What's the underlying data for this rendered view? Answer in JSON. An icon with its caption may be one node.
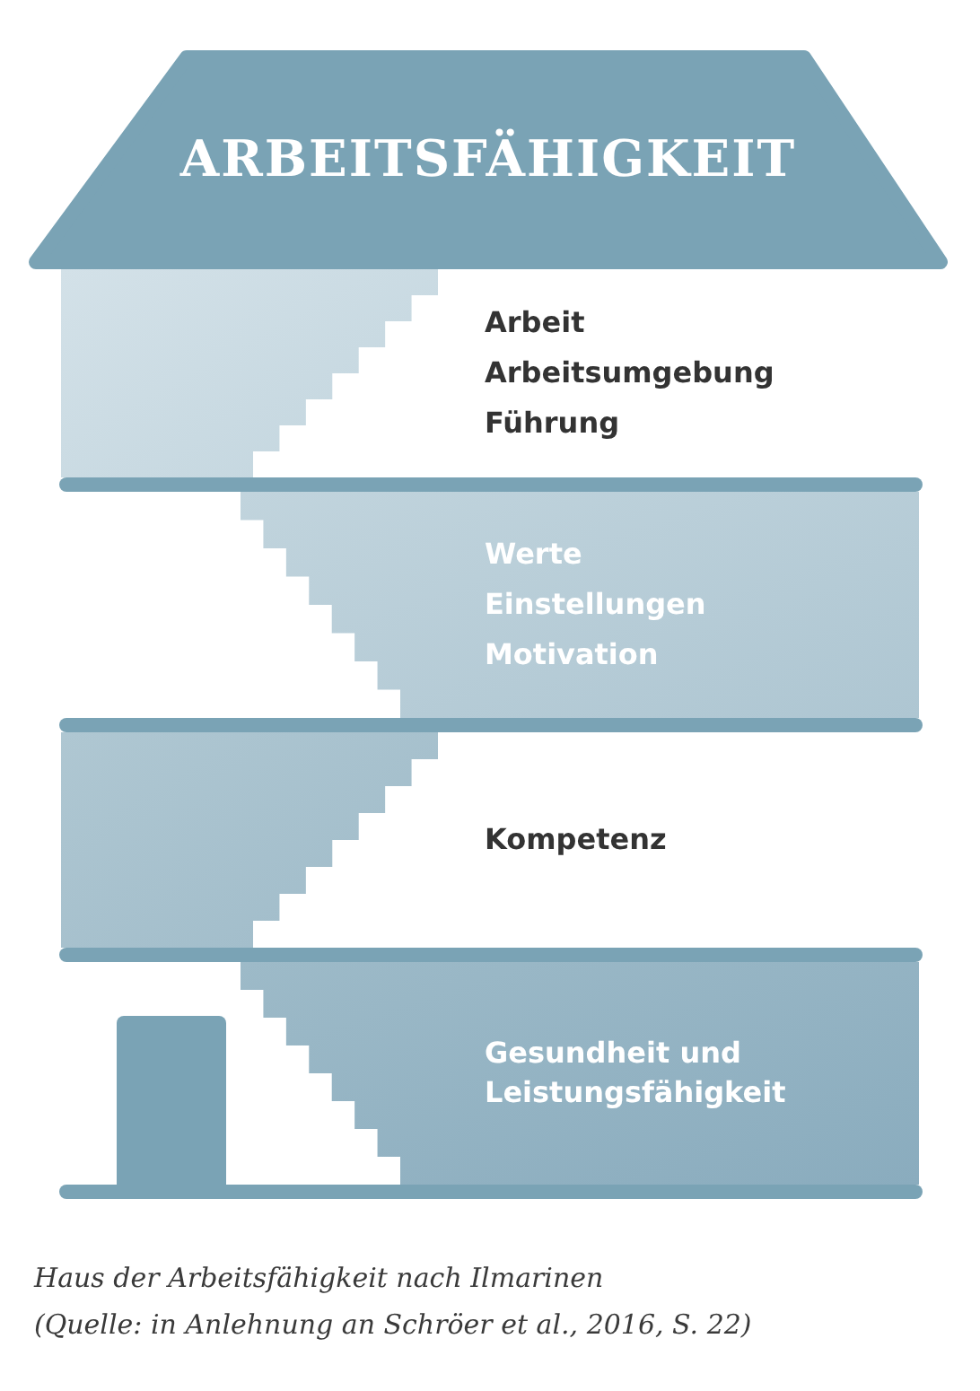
{
  "diagram": {
    "caption": "Haus der Arbeitsfähigkeit nach Ilmarinen",
    "nodes": [
      {
        "text": [
          "ARBEITSFÄHIGKEIT"
        ]
      },
      {
        "text": [
          "Arbeit",
          "Arbeitsumgebung",
          "Führung"
        ]
      },
      {
        "text": [
          "Werte",
          "Einstellungen",
          "Motivation"
        ]
      },
      {
        "text": [
          "Kompetenz"
        ]
      },
      {
        "text": [
          "Gesundheit und Leistungsfähigkeit"
        ]
      },
      {
        "text": [],
        "shape": "box"
      }
    ],
    "labels": [
      "(Quelle: in Anlehnung an Schröer et al., 2016, S. 22)"
    ]
  }
}
